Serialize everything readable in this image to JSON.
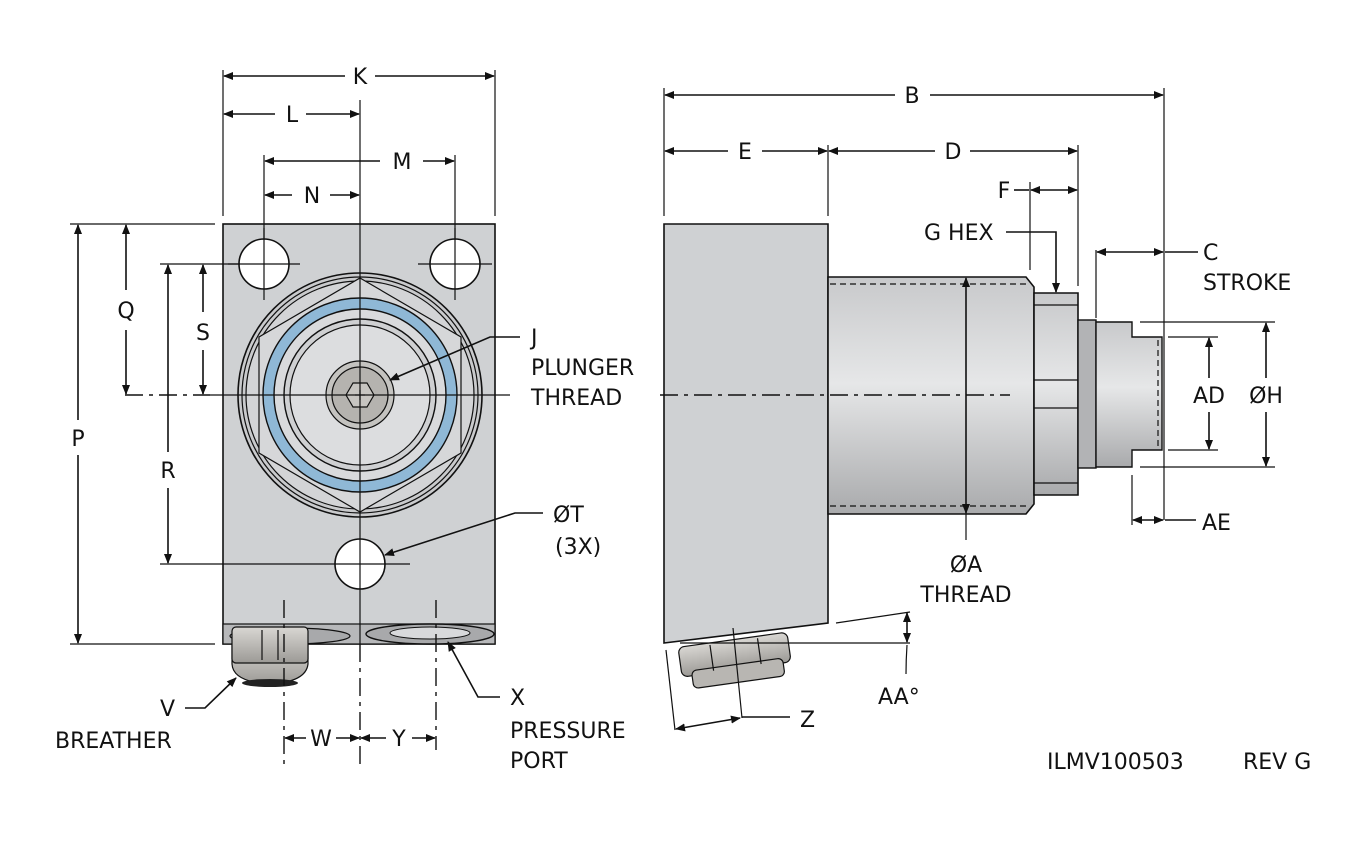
{
  "drawing": {
    "drawing_number": "ILMV100503",
    "revision": "REV G",
    "colors": {
      "body": "#cfd1d3",
      "ring_blue": "#8fb8d6",
      "metal_dark": "#a9a9a9",
      "line": "#111111"
    }
  },
  "front_view": {
    "dimensions": {
      "K": "K",
      "L": "L",
      "M": "M",
      "N": "N",
      "P": "P",
      "Q": "Q",
      "R": "R",
      "S": "S",
      "W": "W",
      "Y": "Y"
    },
    "callouts": {
      "J_code": "J",
      "J_line1": "PLUNGER",
      "J_line2": "THREAD",
      "T_code": "ØT",
      "T_qty": "(3X)",
      "V_code": "V",
      "V_label": "BREATHER",
      "X_code": "X",
      "X_line1": "PRESSURE",
      "X_line2": "PORT"
    }
  },
  "side_view": {
    "dimensions": {
      "B": "B",
      "E": "E",
      "D": "D",
      "F": "F",
      "G": "G HEX",
      "C_code": "C",
      "C_label": "STROKE",
      "AD": "AD",
      "H": "ØH",
      "AE": "AE",
      "A_code": "ØA",
      "A_label": "THREAD",
      "AA": "AA°",
      "Z": "Z"
    }
  }
}
